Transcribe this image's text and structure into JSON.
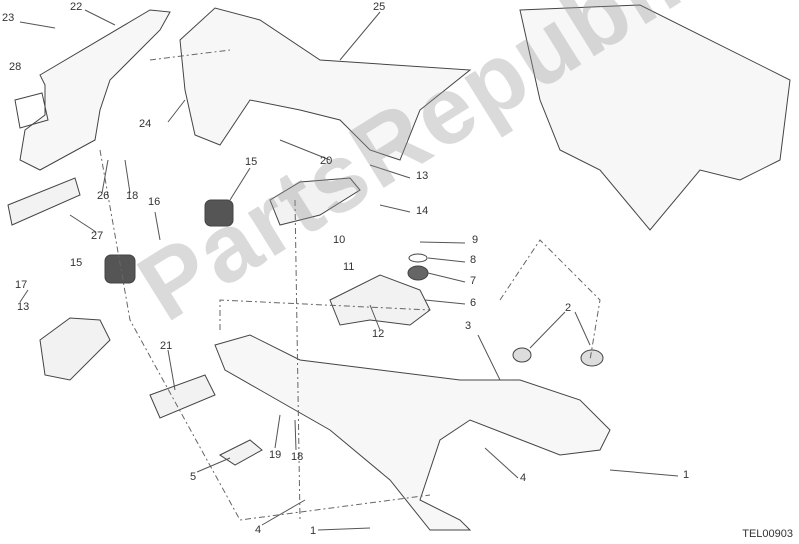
{
  "diagram": {
    "callouts": [
      "22",
      "23",
      "28",
      "24",
      "25",
      "20",
      "26",
      "18",
      "27",
      "15",
      "16",
      "13",
      "14",
      "9",
      "8",
      "10",
      "11",
      "7",
      "6",
      "12",
      "17",
      "13",
      "15",
      "3",
      "2",
      "21",
      "19",
      "18",
      "5",
      "4",
      "1",
      "4",
      "1"
    ],
    "reference_code": "TEL00903",
    "watermark": "PartsRepublik",
    "line_color": "#444444",
    "watermark_color": "#b0b0b0"
  }
}
